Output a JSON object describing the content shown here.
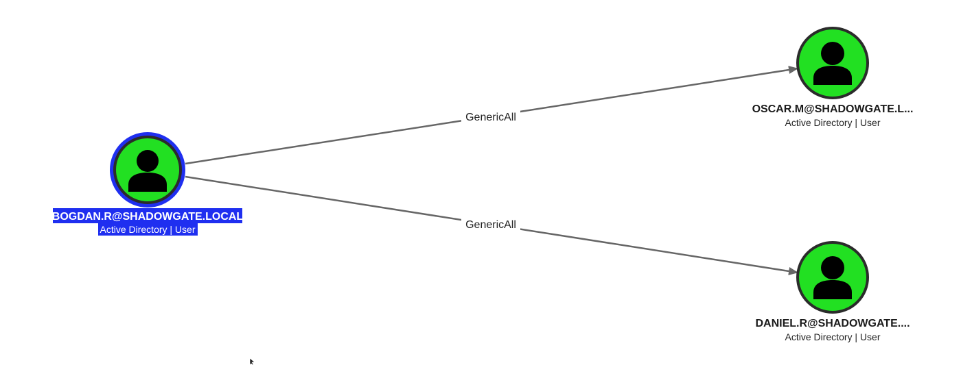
{
  "colors": {
    "node_fill": "#22e022",
    "node_ring": "#2b2b2b",
    "selected_ring": "#1f2ff0",
    "selected_label_bg": "#1f2ff0",
    "edge": "#666666",
    "icon": "#000000"
  },
  "nodes": {
    "bogdan": {
      "name": "BOGDAN.R@SHADOWGATE.LOCAL",
      "type_label": "Active Directory | User",
      "icon": "user-icon",
      "selected": true
    },
    "oscar": {
      "name": "OSCAR.M@SHADOWGATE.L...",
      "type_label": "Active Directory | User",
      "icon": "user-icon",
      "selected": false
    },
    "daniel": {
      "name": "DANIEL.R@SHADOWGATE....",
      "type_label": "Active Directory | User",
      "icon": "user-icon",
      "selected": false
    }
  },
  "edges": {
    "bogdan_oscar": {
      "from": "BOGDAN.R@SHADOWGATE.LOCAL",
      "to": "OSCAR.M@SHADOWGATE.L...",
      "label": "GenericAll"
    },
    "bogdan_daniel": {
      "from": "BOGDAN.R@SHADOWGATE.LOCAL",
      "to": "DANIEL.R@SHADOWGATE....",
      "label": "GenericAll"
    }
  }
}
